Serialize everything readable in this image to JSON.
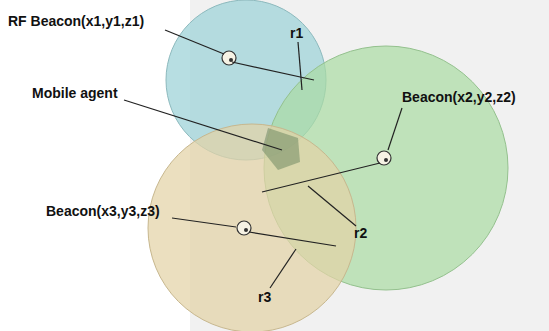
{
  "diagram": {
    "labels": [
      "RF Beacon(x1,y1,z1)",
      "r1",
      "Mobile agent",
      "Beacon(x2,y2,z2)",
      "r2",
      "Beacon(x3,y3,z3)",
      "r3"
    ]
  }
}
